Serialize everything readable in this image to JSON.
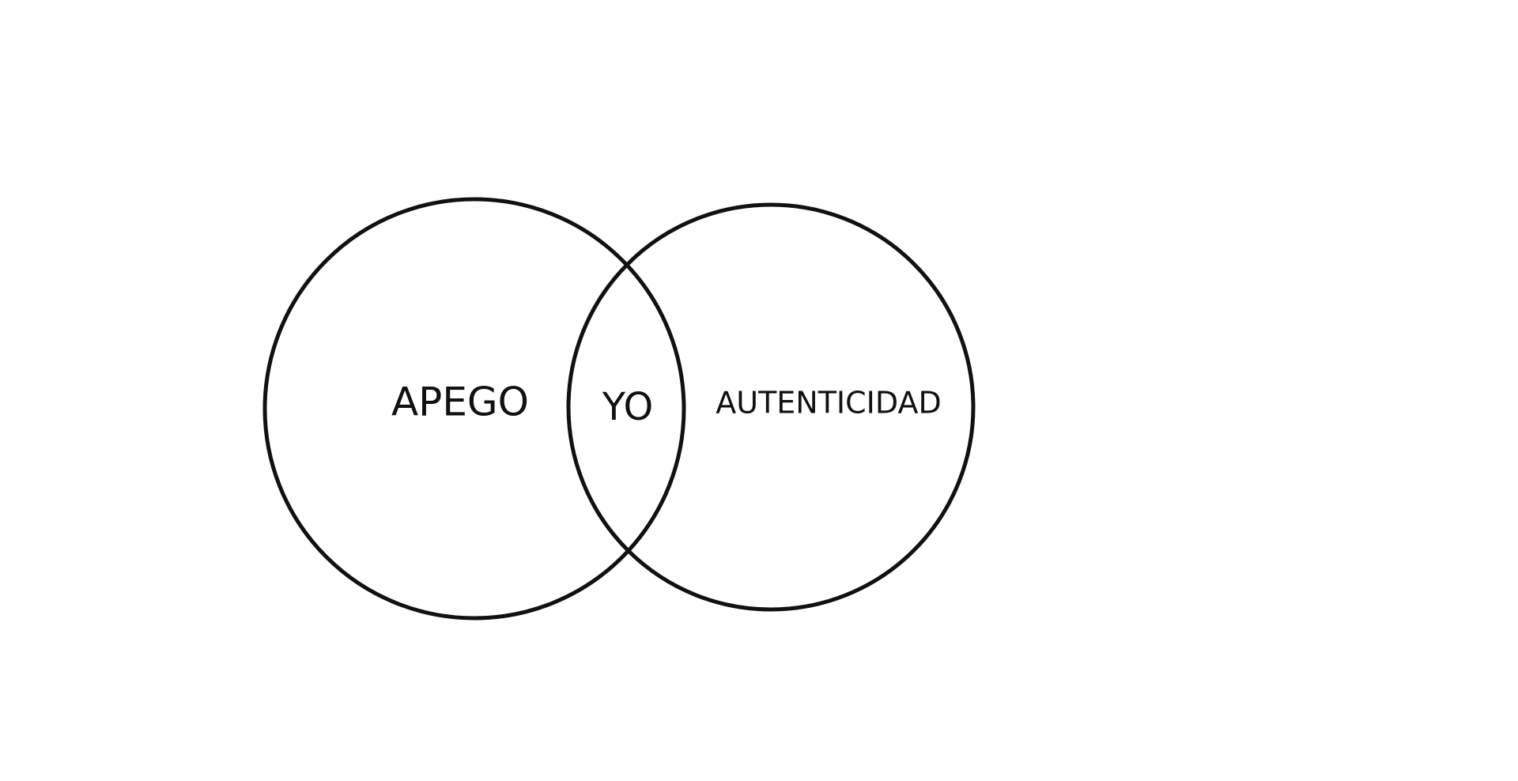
{
  "diagram": {
    "type": "venn",
    "sets": [
      {
        "label": "APEGO"
      },
      {
        "label": "AUTENTICIDAD"
      }
    ],
    "intersection_label": "YO",
    "stroke_color": "#111111",
    "background_color": "#ffffff"
  }
}
